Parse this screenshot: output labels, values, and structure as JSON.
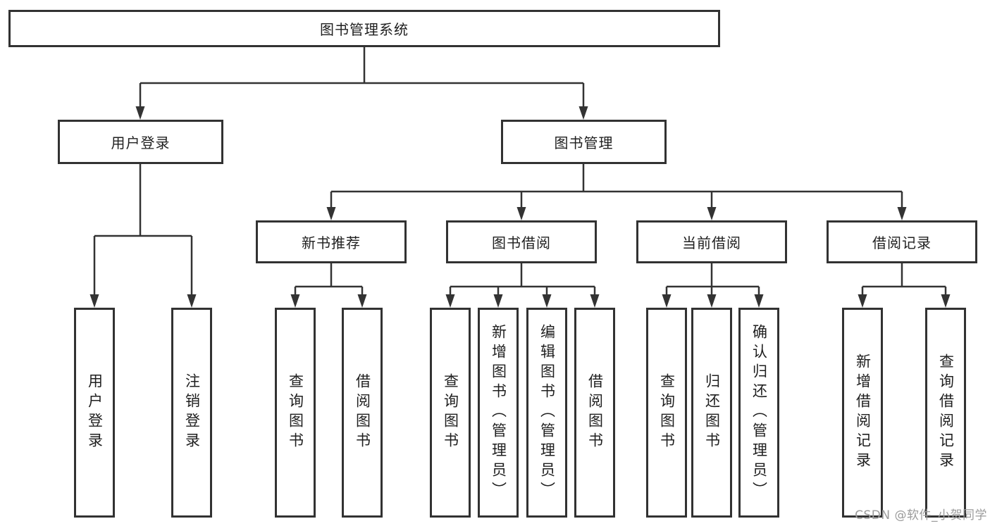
{
  "diagram_title": "图书管理系统",
  "tree": {
    "root": {
      "label": "图书管理系统",
      "children": [
        {
          "label": "用户登录",
          "children": [
            {
              "label": "用户登录"
            },
            {
              "label": "注销登录"
            }
          ]
        },
        {
          "label": "图书管理",
          "children": [
            {
              "label": "新书推荐",
              "children": [
                {
                  "label": "查询图书"
                },
                {
                  "label": "借阅图书"
                }
              ]
            },
            {
              "label": "图书借阅",
              "children": [
                {
                  "label": "查询图书"
                },
                {
                  "label": "新增图书（管理员）"
                },
                {
                  "label": "编辑图书（管理员）"
                },
                {
                  "label": "借阅图书"
                }
              ]
            },
            {
              "label": "当前借阅",
              "children": [
                {
                  "label": "查询图书"
                },
                {
                  "label": "归还图书"
                },
                {
                  "label": "确认归还（管理员）"
                }
              ]
            },
            {
              "label": "借阅记录",
              "children": [
                {
                  "label": "新增借阅记录"
                },
                {
                  "label": "查询借阅记录"
                }
              ]
            }
          ]
        }
      ]
    }
  },
  "watermark": "CSDN @软件_小贺同学",
  "colors": {
    "line": "#333333",
    "box_border": "#323232",
    "text": "#1f1f1f",
    "background": "#ffffff",
    "watermark_text": "#9b9b9b"
  }
}
